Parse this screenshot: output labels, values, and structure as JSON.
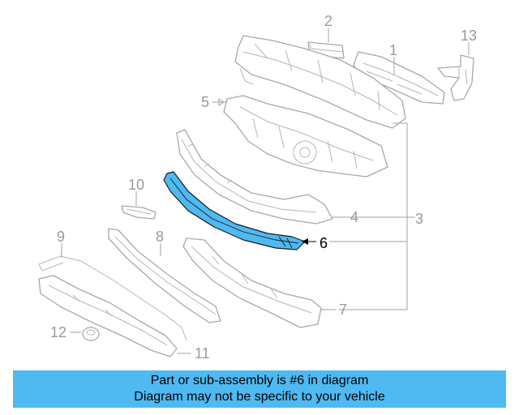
{
  "diagram": {
    "callouts": {
      "c1": "1",
      "c2": "2",
      "c3": "3",
      "c4": "4",
      "c5": "5",
      "c6": "6",
      "c7": "7",
      "c8": "8",
      "c9": "9",
      "c10": "10",
      "c11": "11",
      "c12": "12",
      "c13": "13"
    },
    "highlight_part": "6",
    "highlight_color": "#4fb9f2"
  },
  "banner": {
    "line1": "Part or sub-assembly is #6 in diagram",
    "line2": "Diagram may not be specific to your vehicle",
    "background": "#4fb9f2"
  }
}
